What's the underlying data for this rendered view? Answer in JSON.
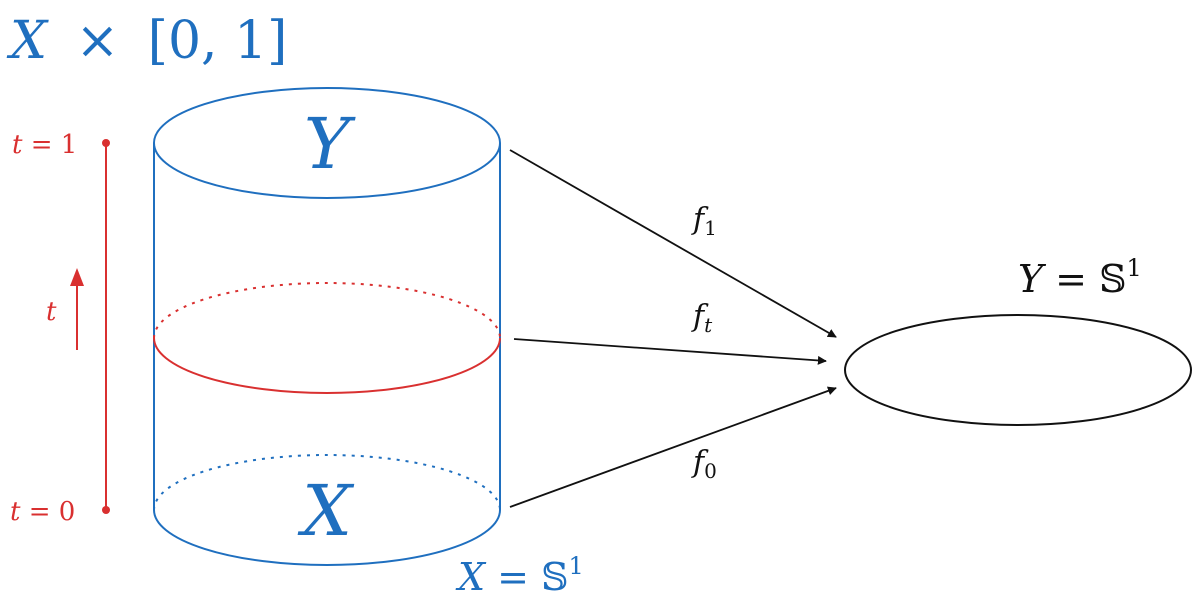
{
  "title": {
    "var": "X",
    "op": "×",
    "interval": "[0, 1]"
  },
  "time_axis": {
    "t1_label_var": "t",
    "t1_label_rest": " = 1",
    "t0_label_var": "t",
    "t0_label_rest": " = 0",
    "direction_label": "t"
  },
  "cylinder": {
    "top_label": "Y",
    "bottom_label": "X"
  },
  "domain_label": {
    "var": "X",
    "eq": " = ",
    "set": "𝕊",
    "power": "1"
  },
  "target_label": {
    "var": "Y",
    "eq": " = ",
    "set": "𝕊",
    "power": "1"
  },
  "maps": {
    "f1": {
      "base": "f",
      "sub": "1"
    },
    "ft": {
      "base": "f",
      "sub": "t"
    },
    "f0": {
      "base": "f",
      "sub": "0"
    }
  },
  "colors": {
    "blue": "#1f6fbf",
    "red": "#d93030",
    "black": "#111111"
  }
}
